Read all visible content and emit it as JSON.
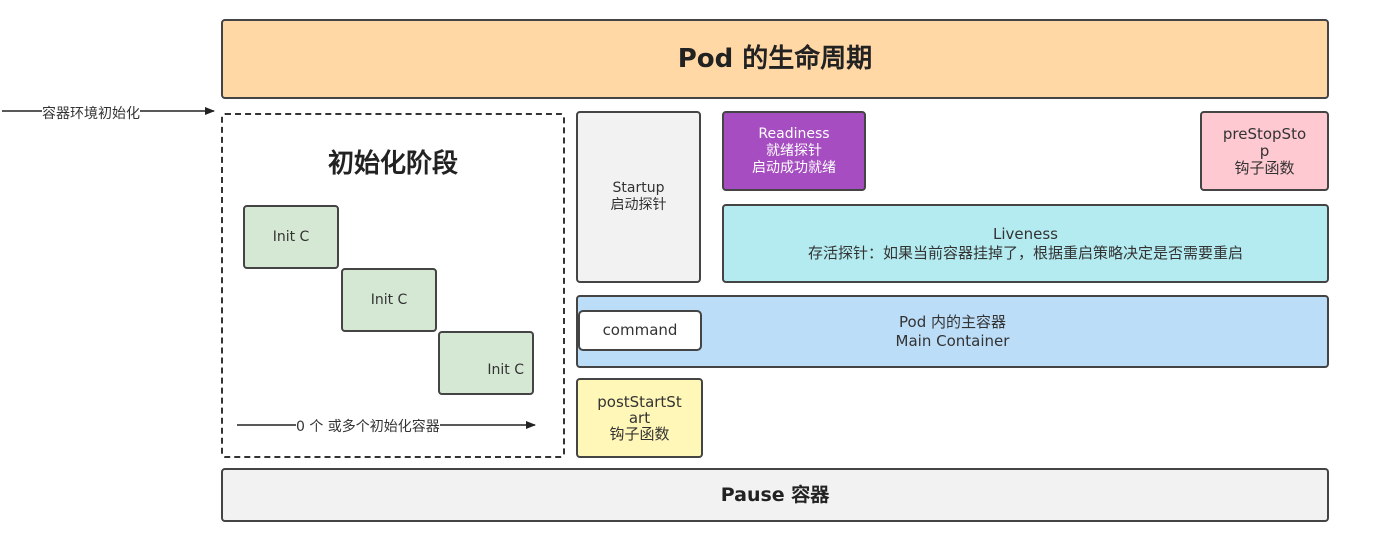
{
  "title": "Pod 的生命周期",
  "env_init_label": "容器环境初始化",
  "init_stage": {
    "title": "初始化阶段",
    "containers": [
      "Init C",
      "Init C",
      "Init C"
    ],
    "arrow_label": "0 个 或多个初始化容器"
  },
  "startup_probe": "Startup\n启动探针",
  "readiness_probe": "Readiness\n就绪探针\n启动成功就绪",
  "prestop_hook": "preStopSto\np\n钩子函数",
  "liveness_probe": "Liveness\n存活探针：如果当前容器挂掉了，根据重启策略决定是否需要重启",
  "main_container": "Pod 内的主容器\nMain Container",
  "command": "command",
  "poststart_hook": "postStartSt\nart\n钩子函数",
  "pause_container": "Pause 容器",
  "colors": {
    "title_fill": "#ffd8a6",
    "init_c_fill": "#d5e8d4",
    "startup_fill": "#f2f2f2",
    "readiness_fill": "#a64dc1",
    "prestop_fill": "#ffc9d2",
    "liveness_fill": "#b4ebf0",
    "main_container_fill": "#bcddf8",
    "poststart_fill": "#fff7b8",
    "pause_fill": "#f2f2f2"
  }
}
